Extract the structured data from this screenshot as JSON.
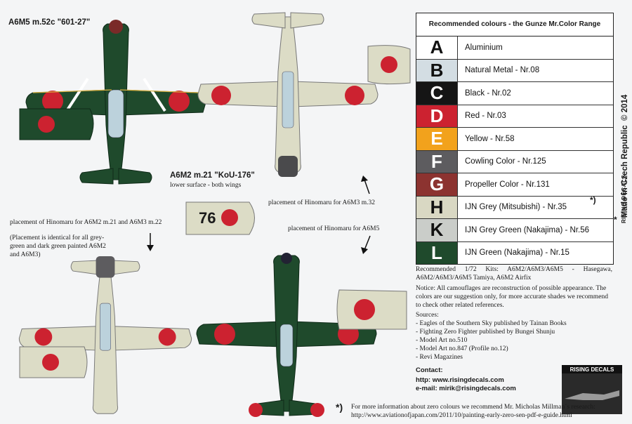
{
  "titles": {
    "a6m5": "A6M5 m.52c \"601-27\"",
    "a6m2": "A6M2 m.21 \"KoU-176\"",
    "lower_surface": "lower surface - both wings",
    "tail_code": "76"
  },
  "placements": {
    "a6m3_m32": "placement of Hinomaru for A6M3 m.32",
    "a6m2_a6m3": "placement of Hinomaru for A6M2 m.21 and A6M3 m.22",
    "identical": "(Placement is identical for all grey-green and dark green painted A6M2 and A6M3)",
    "a6m5": "placement of Hinomaru for A6M5"
  },
  "color_table": {
    "header": "Recommended colours - the Gunze Mr.Color Range",
    "rows": [
      {
        "letter": "A",
        "name": "Aluminium",
        "swatch": "#ffffff",
        "text": "#111111"
      },
      {
        "letter": "B",
        "name": "Natural Metal - Nr.08",
        "swatch": "#d3dde3",
        "text": "#111111"
      },
      {
        "letter": "C",
        "name": "Black - Nr.02",
        "swatch": "#151515",
        "text": "#ffffff"
      },
      {
        "letter": "D",
        "name": "Red - Nr.03",
        "swatch": "#cc2230",
        "text": "#ffffff"
      },
      {
        "letter": "E",
        "name": "Yellow - Nr.58",
        "swatch": "#f2a21c",
        "text": "#ffffff"
      },
      {
        "letter": "F",
        "name": "Cowling Color - Nr.125",
        "swatch": "#5d5c5f",
        "text": "#ffffff"
      },
      {
        "letter": "G",
        "name": "Propeller Color - Nr.131",
        "swatch": "#8c3330",
        "text": "#ffffff"
      },
      {
        "letter": "H",
        "name": "IJN Grey (Mitsubishi) - Nr.35",
        "swatch": "#d9d8c3",
        "text": "#111111"
      },
      {
        "letter": "K",
        "name": "IJN Grey Green (Nakajima) - Nr.56",
        "swatch": "#cacdc9",
        "text": "#111111"
      },
      {
        "letter": "L",
        "name": "IJN Green (Nakajima) - Nr.15",
        "swatch": "#1f4a2c",
        "text": "#ffffff"
      }
    ],
    "star_mark": "*)",
    "star_mark2": "*"
  },
  "side_text": {
    "made_in": "Made in Czech Republic",
    "copyright": "© 2014",
    "brand": "RISING DECALS"
  },
  "notes": {
    "kits": "Recommended 1/72 Kits: A6M2/A6M3/A6M5 - Hasegawa, A6M2/A6M3/A6M5 Tamiya, A6M2 Airfix",
    "notice": "Notice: All camouflages are reconstruction of possible appearance. The colors are our suggestion only, for more accurate shades we recommend to check other related references.",
    "sources_title": "Sources:",
    "sources": [
      "- Eagles of the Southern Sky published by Tainan Books",
      "- Fighting Zero Fighter published by Bungei Shunju",
      "- Model Art no.510",
      "- Model Art no.847 (Profile no.12)",
      "- Revi Magazines"
    ],
    "contact_title": "Contact:",
    "contact_http": "http: www.risingdecals.com",
    "contact_email": "e-mail: mirik@risingdecals.com"
  },
  "footnote": {
    "marker": "*)",
    "text": "For more information about zero colours we recommend Mr. Micholas Millman´s research:",
    "url": "http://www.aviationofjapan.com/2011/10/painting-early-zero-sen-pdf-e-guide.html"
  },
  "logo": {
    "name": "RISING DECALS"
  }
}
